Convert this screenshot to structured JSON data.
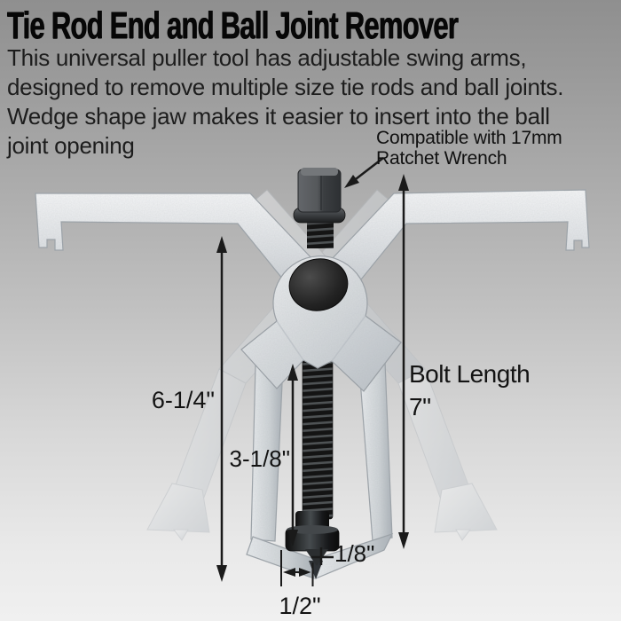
{
  "header": {
    "title": "Tie Rod End and Ball Joint Remover",
    "description": "This universal puller tool has adjustable swing arms,\ndesigned to remove multiple size tie rods and ball joints.\nWedge shape jaw makes it easier to insert into the ball\njoint opening"
  },
  "callouts": {
    "ratchet_note": "Compatible with 17mm\nRatchet Wrench",
    "bolt_length": "Bolt Length\n7\""
  },
  "dimensions": {
    "overall_height": "6-1/4\"",
    "screw_clearance": "3-1/8\"",
    "tip_size": "1/8\"",
    "jaw_opening": "1/2\""
  },
  "colors": {
    "background_top": "#8f8f8f",
    "background_bottom": "#f0f0f0",
    "metal_highlight": "#f4f5f6",
    "metal_shadow": "#b2b8bd",
    "hardware_black": "#1a1c1e",
    "annotation_text": "#131313"
  }
}
